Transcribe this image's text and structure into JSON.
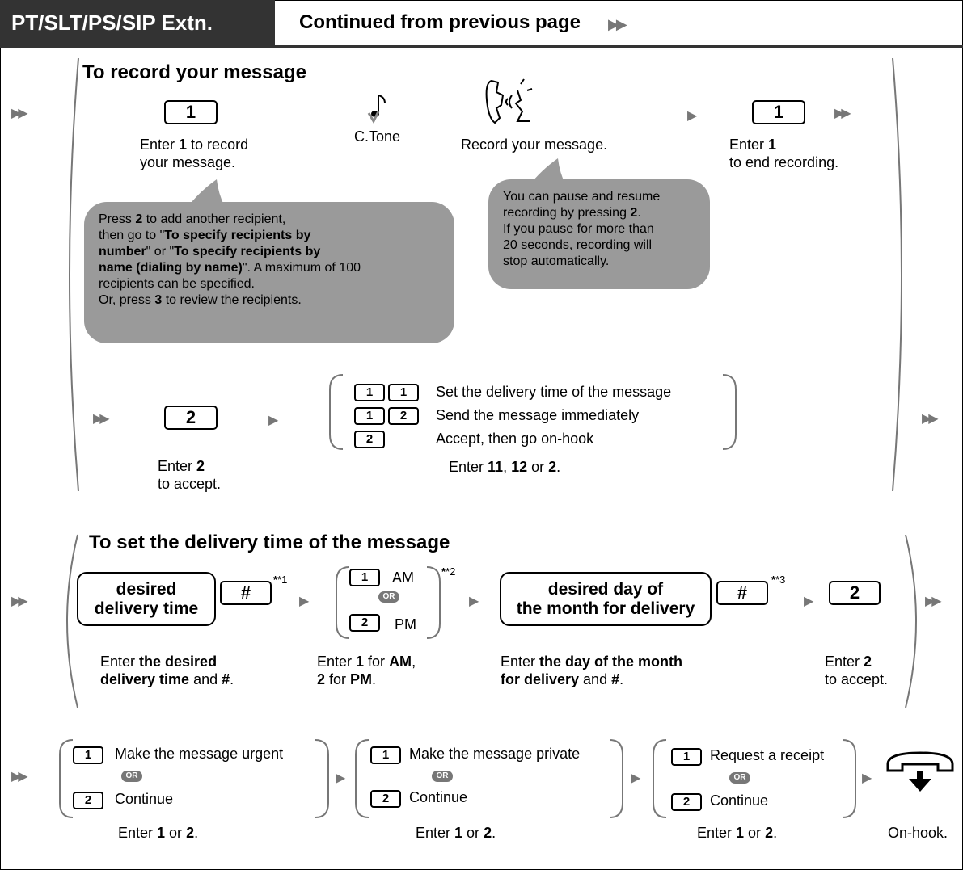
{
  "header": {
    "tab": "PT/SLT/PS/SIP Extn.",
    "continued": "Continued from previous page"
  },
  "record": {
    "title": "To record your message",
    "key1": "1",
    "enter1_pre": "Enter ",
    "enter1_bold": "1",
    "enter1_post": " to record",
    "enter1_line2": "your message.",
    "ctone": "C.Tone",
    "record_msg": "Record your message.",
    "end_key": "1",
    "end_pre": "Enter ",
    "end_bold": "1",
    "end_line2": "to end recording.",
    "bubble_left": {
      "l1_pre": "Press ",
      "l1_bold": "2",
      "l1_post": " to add another recipient,",
      "l2_pre": "then go to \"",
      "l2_bold": "To specify recipients by",
      "l3_bold": "number",
      "l3_mid": "\" or \"",
      "l3_bold2": "To specify recipients by",
      "l4_bold": "name (dialing by name)",
      "l4_post": "\".  A maximum of 100",
      "l5": "recipients can be specified.",
      "l6_pre": "Or, press ",
      "l6_bold": "3",
      "l6_post": " to review the recipients."
    },
    "bubble_right": {
      "l1": "You can pause and resume",
      "l2_pre": "recording by pressing ",
      "l2_bold": "2",
      "l2_post": ".",
      "l3": "If you pause for more than",
      "l4": "20 seconds, recording will",
      "l5": "stop automatically."
    },
    "accept_key": "2",
    "accept_pre": "Enter ",
    "accept_bold": "2",
    "accept_line2": "to accept.",
    "options": [
      {
        "keys": [
          "1",
          "1"
        ],
        "label": "Set the delivery time of the message"
      },
      {
        "keys": [
          "1",
          "2"
        ],
        "label": "Send the message immediately"
      },
      {
        "keys": [
          "2"
        ],
        "label": "Accept, then go on-hook"
      }
    ],
    "opt_enter_pre": "Enter ",
    "opt_b1": "11",
    "opt_sep1": ", ",
    "opt_b2": "12",
    "opt_sep2": " or ",
    "opt_b3": "2",
    "opt_end": "."
  },
  "delivery": {
    "title": "To set the delivery time of the message",
    "time_box_l1": "desired",
    "time_box_l2": "delivery time",
    "hash_key": "#",
    "sup1": "*1",
    "am_key": "1",
    "am": "AM",
    "or": "OR",
    "pm_key": "2",
    "pm": "PM",
    "sup2": "*2",
    "day_box_l1": "desired day of",
    "day_box_l2": "the month for delivery",
    "hash_key2": "#",
    "sup3": "*3",
    "accept_key": "2",
    "c1_pre": "Enter ",
    "c1_bold": "the desired",
    "c1_l2_bold": "delivery time",
    "c1_l2_mid": " and ",
    "c1_l2_bold2": "#",
    "c1_l2_end": ".",
    "c2_pre": "Enter ",
    "c2_bold": "1",
    "c2_mid": " for ",
    "c2_bold2": "AM",
    "c2_end": ",",
    "c2_l2_bold": "2",
    "c2_l2_mid": " for ",
    "c2_l2_bold2": "PM",
    "c2_l2_end": ".",
    "c3_pre": "Enter ",
    "c3_bold": "the day of the month",
    "c3_l2_bold": "for delivery",
    "c3_l2_mid": " and ",
    "c3_l2_bold2": "#",
    "c3_l2_end": ".",
    "c4_pre": "Enter ",
    "c4_bold": "2",
    "c4_l2": "to accept."
  },
  "final": {
    "groups": [
      {
        "opt1": "Make the message urgent",
        "opt2": "Continue"
      },
      {
        "opt1": "Make the message private",
        "opt2": "Continue"
      },
      {
        "opt1": "Request a receipt",
        "opt2": "Continue"
      }
    ],
    "key1": "1",
    "key2": "2",
    "or": "OR",
    "enter_pre": "Enter ",
    "enter_b1": "1",
    "enter_mid": " or ",
    "enter_b2": "2",
    "enter_end": ".",
    "onhook": "On-hook."
  },
  "icons": [
    "double-arrow-icon",
    "arrow-icon",
    "music-note-icon",
    "handset-speaking-icon",
    "onhook-icon"
  ]
}
